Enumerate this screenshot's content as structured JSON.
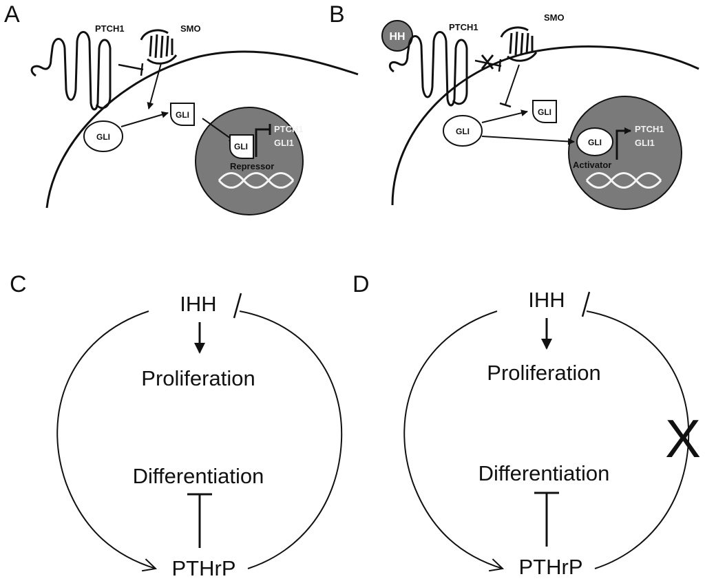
{
  "panels": {
    "a": {
      "letter": "A",
      "ptch1_label": "PTCH1",
      "smo_label": "SMO",
      "gli_cyto_label": "GLI",
      "gli_mid_label": "GLI",
      "gli_nuc_label": "GLI",
      "target_gene_1": "PTCH1",
      "target_gene_2": "GLI1",
      "state_label": "Repressor"
    },
    "b": {
      "letter": "B",
      "ligand_label": "HH",
      "ptch1_label": "PTCH1",
      "smo_label": "SMO",
      "gli_cyto_label": "GLI",
      "gli_mid_label": "GLI",
      "gli_nuc_label": "GLI",
      "target_gene_1": "PTCH1",
      "target_gene_2": "GLI1",
      "state_label": "Activator"
    },
    "c": {
      "letter": "C",
      "top_label": "IHH",
      "mid_label": "Proliferation",
      "diff_label": "Differentiation",
      "bottom_label": "PTHrP"
    },
    "d": {
      "letter": "D",
      "top_label": "IHH",
      "mid_label": "Proliferation",
      "diff_label": "Differentiation",
      "bottom_label": "PTHrP",
      "block_mark": "X"
    }
  },
  "colors": {
    "nucleus_fill": "#7a7a7a",
    "hh_fill": "#7a7a7a",
    "line": "#111111"
  }
}
